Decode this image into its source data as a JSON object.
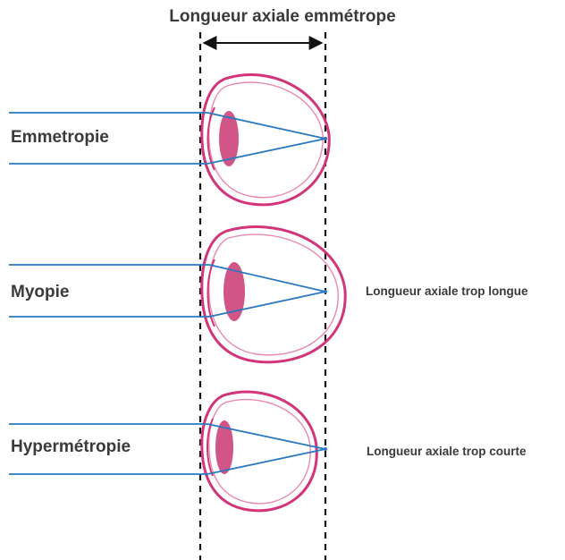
{
  "title": "Longueur axiale emmétrope",
  "panels": [
    {
      "label": "Emmetropie",
      "note": ""
    },
    {
      "label": "Myopie",
      "note": "Longueur axiale trop longue"
    },
    {
      "label": "Hypermétropie",
      "note": "Longueur axiale trop courte"
    }
  ],
  "colors": {
    "ray": "#2a78c0",
    "eye_outline": "#d2357a",
    "lens": "#c93872",
    "guide": "#111111",
    "text": "#3a3a3a"
  }
}
